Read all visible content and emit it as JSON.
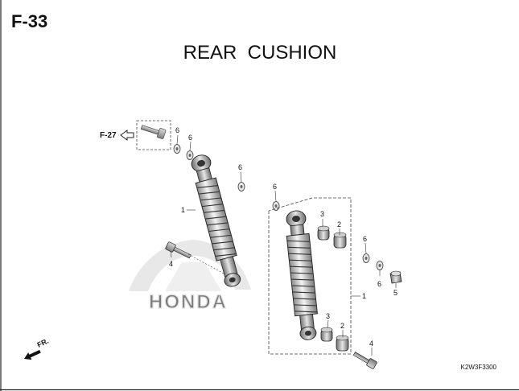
{
  "page": {
    "code": "F-33",
    "title": "REAR  CUSHION",
    "ref_arrow_label": "F-27",
    "front_label": "FR.",
    "diagram_code": "K2W3F3300",
    "watermark": "HONDA"
  },
  "callouts": [
    {
      "id": "c6-a",
      "text": "6"
    },
    {
      "id": "c6-b",
      "text": "6"
    },
    {
      "id": "c6-c",
      "text": "6"
    },
    {
      "id": "c6-d",
      "text": "6"
    },
    {
      "id": "c6-e",
      "text": "6"
    },
    {
      "id": "c6-f",
      "text": "6"
    },
    {
      "id": "c1-left",
      "text": "1"
    },
    {
      "id": "c1-right",
      "text": "1"
    },
    {
      "id": "c2-top",
      "text": "2"
    },
    {
      "id": "c2-bottom",
      "text": "2"
    },
    {
      "id": "c3-top",
      "text": "3"
    },
    {
      "id": "c3-bottom",
      "text": "3"
    },
    {
      "id": "c4-left",
      "text": "4"
    },
    {
      "id": "c4-right",
      "text": "4"
    },
    {
      "id": "c5",
      "text": "5"
    }
  ]
}
